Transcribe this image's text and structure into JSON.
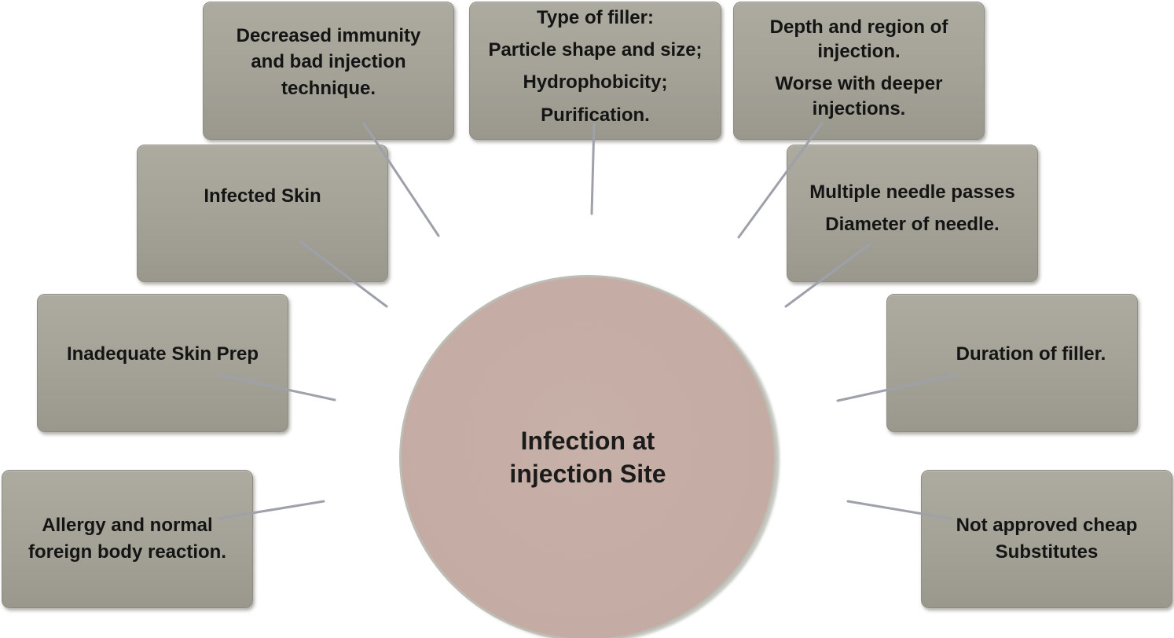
{
  "center": {
    "line1": "Infection at",
    "line2": "injection Site"
  },
  "factors": {
    "immunity": {
      "line1": "Decreased immunity",
      "line2": "and bad injection",
      "line3": "technique."
    },
    "filler_type": {
      "line1": "Type of filler:",
      "line2": "Particle shape and size;",
      "line3": "Hydrophobicity;",
      "line4": "Purification."
    },
    "depth": {
      "line1": "Depth and region of",
      "line2": "injection.",
      "line3": "Worse with deeper",
      "line4": "injections."
    },
    "infected_skin": {
      "line1": "Infected Skin"
    },
    "needle": {
      "line1": "Multiple needle passes",
      "line2": "Diameter of needle."
    },
    "skin_prep": {
      "line1": "Inadequate Skin Prep"
    },
    "duration": {
      "line1": "Duration of filler."
    },
    "allergy": {
      "line1": "Allergy and normal",
      "line2": "foreign body reaction."
    },
    "substitutes": {
      "line1": "Not approved cheap",
      "line2": "Substitutes"
    }
  },
  "colors": {
    "box_fill": "#a4a297",
    "hub_fill": "#c5aca4",
    "connector": "#9ea0aa",
    "text": "#141414"
  }
}
